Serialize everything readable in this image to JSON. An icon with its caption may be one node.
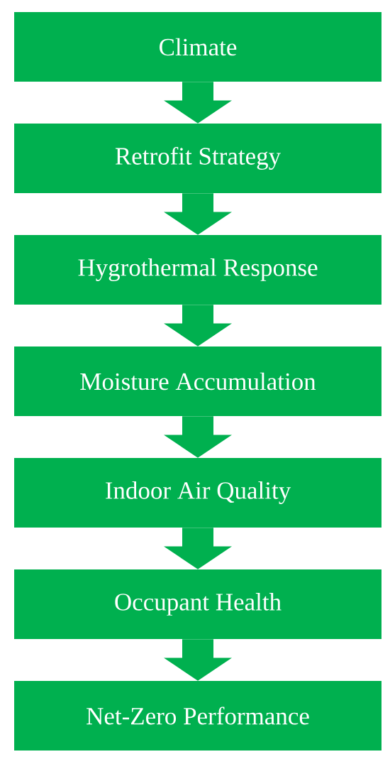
{
  "diagram": {
    "nodes": [
      {
        "text": [
          "Climate"
        ]
      },
      {
        "text": [
          "Retrofit Strategy"
        ]
      },
      {
        "text": [
          "Hygrothermal Response"
        ]
      },
      {
        "text": [
          "Moisture Accumulation"
        ]
      },
      {
        "text": [
          "Indoor Air Quality"
        ]
      },
      {
        "text": [
          "Occupant Health"
        ]
      },
      {
        "text": [
          "Net-Zero Performance"
        ]
      }
    ],
    "edges": [
      {
        "from": 0,
        "to": 1,
        "arrow": "to"
      },
      {
        "from": 1,
        "to": 2,
        "arrow": "to"
      },
      {
        "from": 2,
        "to": 3,
        "arrow": "to"
      },
      {
        "from": 3,
        "to": 4,
        "arrow": "to"
      },
      {
        "from": 4,
        "to": 5,
        "arrow": "to"
      },
      {
        "from": 5,
        "to": 6,
        "arrow": "to"
      }
    ]
  }
}
